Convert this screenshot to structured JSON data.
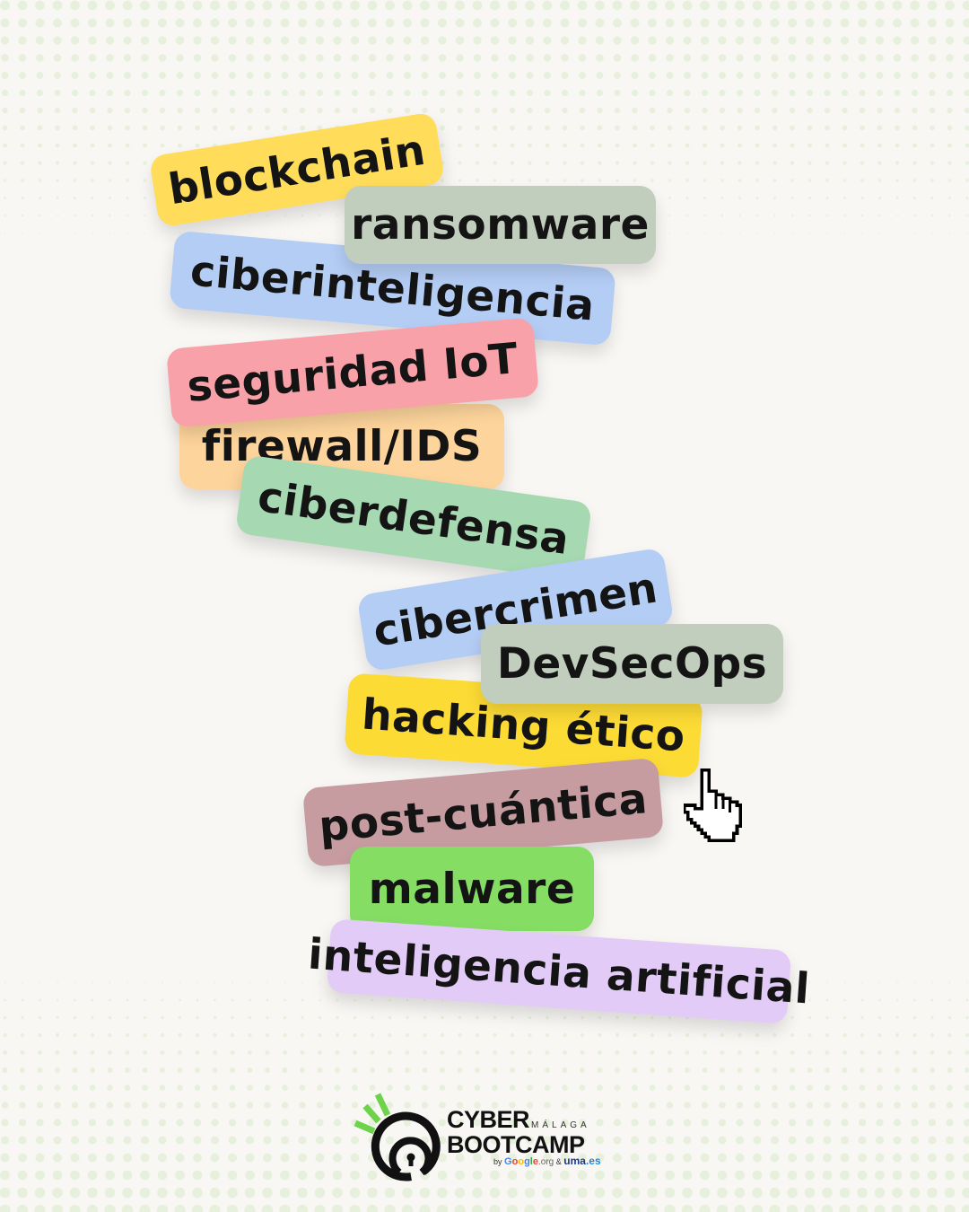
{
  "colors": {
    "background": "#f9f7f4",
    "dot": "#e6f0dc",
    "text": "#141414",
    "logo_green": "#6cd34a"
  },
  "tags": [
    {
      "label": "blockchain",
      "color": "#ffdc5a"
    },
    {
      "label": "ransomware",
      "color": "#c2cebd"
    },
    {
      "label": "ciberinteligencia",
      "color": "#b4cdf5"
    },
    {
      "label": "seguridad IoT",
      "color": "#f9a1a9"
    },
    {
      "label": "firewall/IDS",
      "color": "#fdd49b"
    },
    {
      "label": "ciberdefensa",
      "color": "#a6d9b1"
    },
    {
      "label": "cibercrimen",
      "color": "#b4cdf5"
    },
    {
      "label": "DevSecOps",
      "color": "#c2cebd"
    },
    {
      "label": "hacking ético",
      "color": "#fddb35"
    },
    {
      "label": "post-cuántica",
      "color": "#c69ca1"
    },
    {
      "label": "malware",
      "color": "#86dd64"
    },
    {
      "label": "inteligencia artificial",
      "color": "#e2cbf6"
    }
  ],
  "cursor": {
    "icon": "hand-pointer-icon"
  },
  "logo": {
    "line1": "CYBER",
    "region": "MÁLAGA",
    "line2": "BOOTCAMP",
    "by": "by",
    "google_letters": [
      "G",
      "o",
      "o",
      "g",
      "l",
      "e"
    ],
    "org": ".org",
    "amp": "&",
    "uma": "uma",
    "es": ".es"
  }
}
